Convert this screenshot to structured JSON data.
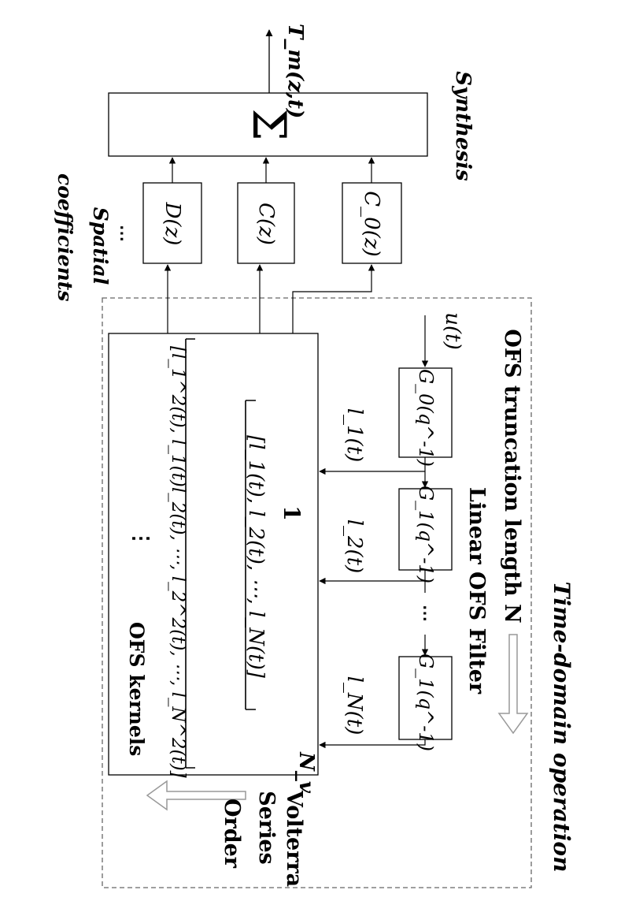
{
  "output_label": "T_m(z,t)",
  "synthesis": {
    "label": "Synthesis",
    "symbol": "Σ"
  },
  "spatial": {
    "label_line1": "Spatial",
    "label_line2": "coefficients",
    "blocks": [
      "C_0(z)",
      "C(z)",
      "D(z)"
    ],
    "more": "⋯"
  },
  "time_domain": {
    "label": "Time-domain operation",
    "truncation_label": "OFS truncation length N",
    "input_label": "u(t)",
    "filter_label": "Linear OFS Filter",
    "filters": [
      "G_0(q^-1)",
      "G_1(q^-1)",
      "G_1(q^-1)"
    ],
    "signals": [
      "l_1(t)",
      "l_2(t)",
      "l_N(t)"
    ],
    "filter_dots": "⋯"
  },
  "kernels": {
    "row1": "1",
    "row2": "[l_1(t), l_2(t), ⋯, l_N(t)]",
    "row3": "[l_1^2(t), l_1(t)l_2(t), ⋯, l_2^2(t), ⋯, l_N^2(t)]",
    "row_dots": "⋮",
    "label": "OFS kernels"
  },
  "volterra": {
    "line1": "Volterra",
    "line2": "Series",
    "line3": "Order",
    "symbol": "N_v"
  }
}
